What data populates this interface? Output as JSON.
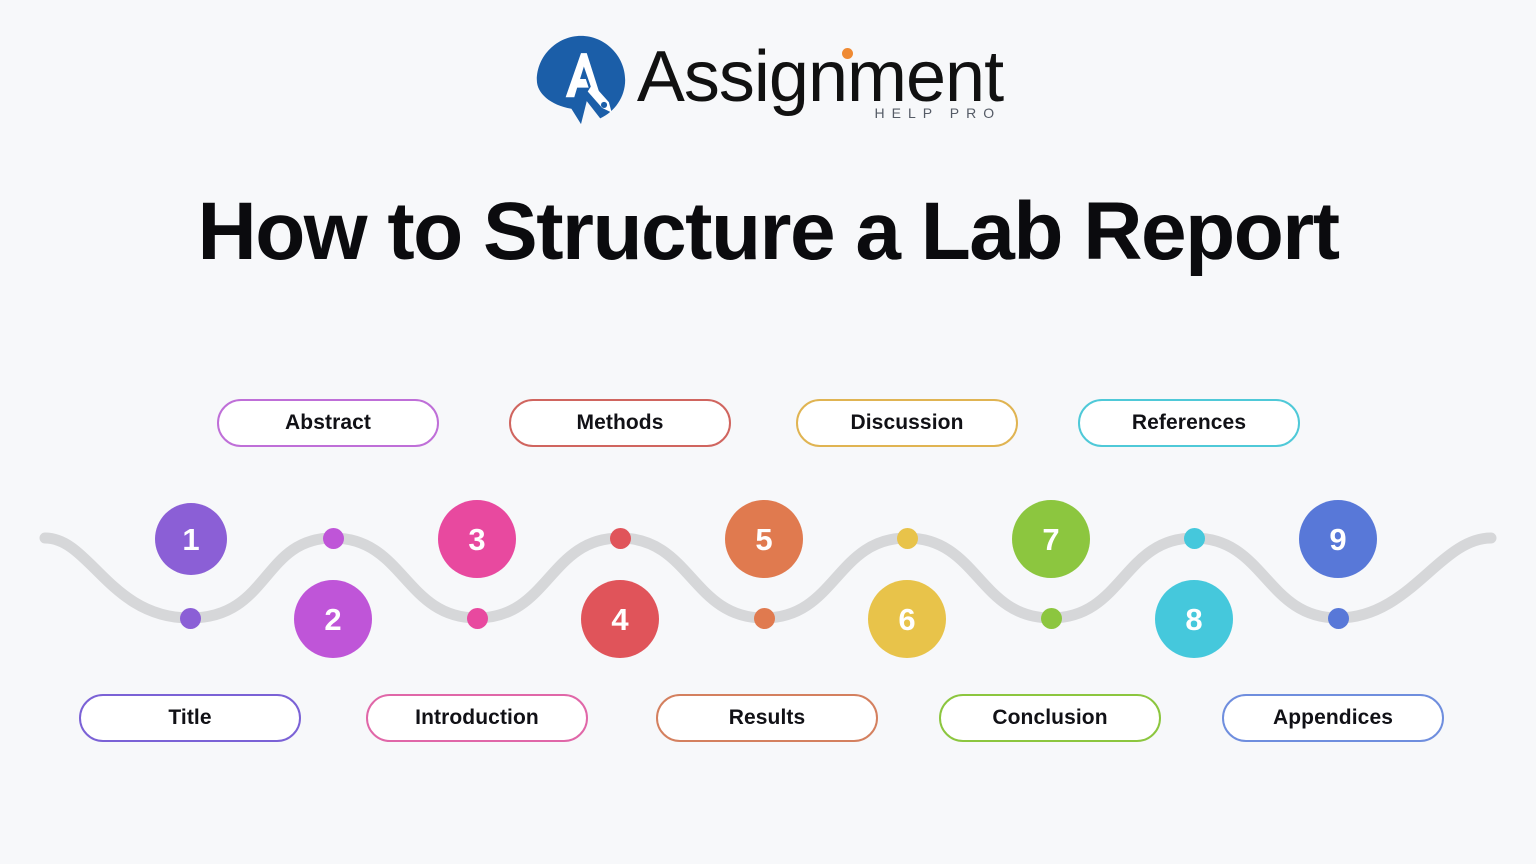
{
  "page": {
    "background": "#f7f8fa",
    "title": "How to Structure a Lab Report"
  },
  "logo": {
    "mark_name": "assignment-help-pro-logo-mark",
    "mark_color": "#1b5ea8",
    "wordmark": "Assignment",
    "tagline": "HELP PRO",
    "accent_dot_color": "#ef8a33"
  },
  "chart_data": {
    "type": "diagram",
    "title": "How to Structure a Lab Report",
    "layout": "horizontal sine-wave timeline with 9 numbered nodes alternating above and below the wave",
    "wave_color": "#d6d7d9",
    "steps": [
      {
        "number": "1",
        "label": "Title",
        "color": "#8b5fd6",
        "position": "above",
        "pill_position": "below"
      },
      {
        "number": "2",
        "label": "Abstract",
        "color": "#bf55d8",
        "position": "below",
        "pill_position": "above"
      },
      {
        "number": "3",
        "label": "Introduction",
        "color": "#e8499f",
        "position": "above",
        "pill_position": "below"
      },
      {
        "number": "4",
        "label": "Methods",
        "color": "#e0545a",
        "position": "below",
        "pill_position": "above"
      },
      {
        "number": "5",
        "label": "Results",
        "color": "#e07a4f",
        "position": "above",
        "pill_position": "below"
      },
      {
        "number": "6",
        "label": "Discussion",
        "color": "#e8c34a",
        "position": "below",
        "pill_position": "above"
      },
      {
        "number": "7",
        "label": "Conclusion",
        "color": "#8cc63f",
        "position": "above",
        "pill_position": "below"
      },
      {
        "number": "8",
        "label": "References",
        "color": "#45c8dc",
        "position": "below",
        "pill_position": "above"
      },
      {
        "number": "9",
        "label": "Appendices",
        "color": "#5878d8",
        "position": "above",
        "pill_position": "below"
      }
    ],
    "top_pills": [
      {
        "label": "Abstract",
        "border_color": "#bf6fd8"
      },
      {
        "label": "Methods",
        "border_color": "#d0655f"
      },
      {
        "label": "Discussion",
        "border_color": "#e0b452"
      },
      {
        "label": "References",
        "border_color": "#4fc9d8"
      }
    ],
    "bottom_pills": [
      {
        "label": "Title",
        "border_color": "#7b62d6"
      },
      {
        "label": "Introduction",
        "border_color": "#e067a8"
      },
      {
        "label": "Results",
        "border_color": "#d4805f"
      },
      {
        "label": "Conclusion",
        "border_color": "#8cc63f"
      },
      {
        "label": "Appendices",
        "border_color": "#6f8ede"
      }
    ]
  }
}
